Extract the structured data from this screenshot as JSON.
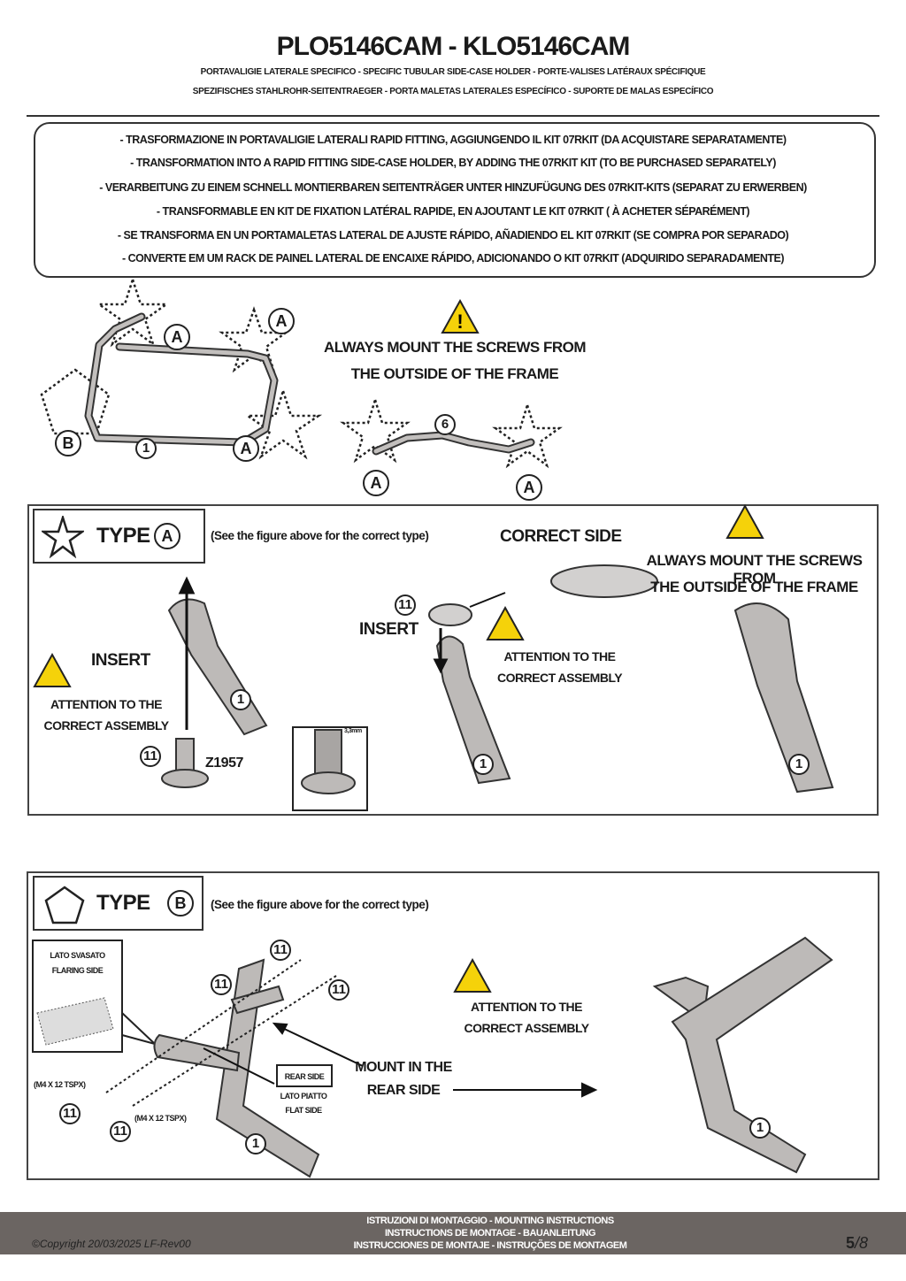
{
  "header": {
    "title": "PLO5146CAM - KLO5146CAM",
    "subtitle_1": "PORTAVALIGIE LATERALE SPECIFICO  -  SPECIFIC TUBULAR SIDE-CASE HOLDER  - PORTE-VALISES LATÉRAUX SPÉCIFIQUE",
    "subtitle_2": "SPEZIFISCHES STAHLROHR-SEITENTRAEGER - PORTA MALETAS LATERALES ESPECÍFICO - SUPORTE DE MALAS ESPECÍFICO"
  },
  "info_box": {
    "lines": [
      "- TRASFORMAZIONE IN PORTAVALIGIE LATERALI RAPID FITTING, AGGIUNGENDO IL KIT 07RKIT (DA ACQUISTARE SEPARATAMENTE)",
      "- TRANSFORMATION INTO A RAPID FITTING SIDE-CASE HOLDER, BY ADDING THE 07RKIT KIT (TO BE PURCHASED SEPARATELY)",
      "- VERARBEITUNG ZU EINEM SCHNELL MONTIERBAREN SEITENTRÄGER UNTER HINZUFÜGUNG DES 07RKIT-KITS (SEPARAT ZU ERWERBEN)",
      "-  TRANSFORMABLE EN KIT DE FIXATION LATÉRAL RAPIDE, EN AJOUTANT LE KIT 07RKIT ( À ACHETER SÉPARÉMENT)",
      "- SE TRANSFORMA EN UN PORTAMALETAS LATERAL DE AJUSTE RÁPIDO, AÑADIENDO EL KIT 07RKIT (SE COMPRA POR SEPARADO)",
      "- CONVERTE EM UM RACK DE PAINEL LATERAL DE ENCAIXE RÁPIDO, ADICIONANDO O KIT 07RKIT (ADQUIRIDO SEPARADAMENTE)"
    ]
  },
  "overview": {
    "warning_line_1": "ALWAYS MOUNT THE SCREWS FROM",
    "warning_line_2": "THE OUTSIDE OF THE FRAME",
    "label_a": "A",
    "label_b": "B",
    "part_1": "1",
    "part_6": "6"
  },
  "type_a": {
    "title": "TYPE",
    "letter": "A",
    "hint": "(See the figure above for the correct type)",
    "insert": "INSERT",
    "attention_1": "ATTENTION TO THE",
    "attention_2": "CORRECT ASSEMBLY",
    "part_11": "11",
    "part_1": "1",
    "code": "Z1957",
    "dimension": "3,3mm",
    "correct_side": "CORRECT SIDE",
    "warning_line_1": "ALWAYS MOUNT THE SCREWS FROM",
    "warning_line_2": "THE OUTSIDE OF THE FRAME"
  },
  "type_b": {
    "title": "TYPE",
    "letter": "B",
    "hint": "(See the figure above for the correct type)",
    "flaring_1": "LATO SVASATO",
    "flaring_2": "FLARING SIDE",
    "screw_spec": "(M4 X 12 TSPX)",
    "rear_side": "REAR  SIDE",
    "flat_1": "LATO PIATTO",
    "flat_2": "FLAT SIDE",
    "mount_1": "MOUNT IN THE",
    "mount_2": "REAR  SIDE",
    "attention_1": "ATTENTION TO THE",
    "attention_2": "CORRECT ASSEMBLY",
    "part_11": "11",
    "part_1": "1"
  },
  "footer": {
    "copyright": "©Copyright 20/03/2025 LF-Rev00",
    "line_1": "ISTRUZIONI DI MONTAGGIO  -  MOUNTING INSTRUCTIONS",
    "line_2": "INSTRUCTIONS DE MONTAGE - BAUANLEITUNG",
    "line_3": "INSTRUCCIONES DE MONTAJE - INSTRUÇÕES DE MONTAGEM",
    "page": "5",
    "total": "/8"
  },
  "colors": {
    "warning": "#f5d20a",
    "footer": "#6b6562",
    "metal": "#b9b6b4"
  }
}
